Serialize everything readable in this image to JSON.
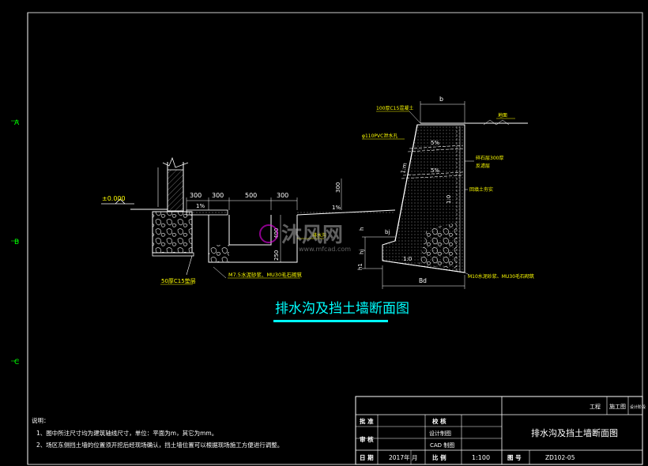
{
  "frame": {
    "row_labels": [
      "A",
      "B",
      "C"
    ]
  },
  "title": {
    "main": "排水沟及挡土墙断面图"
  },
  "elevation": {
    "label": "±0.000"
  },
  "dims": {
    "d300a": "300",
    "d300b": "300",
    "d500": "500",
    "d300c": "300",
    "d300v": "300",
    "d250": "250",
    "d400": "400",
    "b": "b",
    "bd": "Bd",
    "bj": "bj",
    "hj": "hj",
    "h": "h",
    "h1": "h1"
  },
  "slopes": {
    "s1pct_left": "1%",
    "s1pct_right": "1%",
    "s5pct_a": "5%",
    "s5pct_b": "5%",
    "ratio1": "1:0",
    "ratio2": "1:0",
    "ratio_m": "1:m"
  },
  "callouts": {
    "c15_top": "100厚C15混凝土",
    "pvc": "φ110PVC泄水孔",
    "gravel": "碎石层300厚",
    "filter": "反滤层",
    "backfill": "回填土夯实",
    "ground": "地面",
    "c15_base": "50厚C15垫层",
    "mortar_left": "M7.5水泥砂浆、MU30毛石砌筑",
    "mortar_right": "M10水泥砂浆、MU30毛石砌筑",
    "ditch_mark": "排水沟"
  },
  "notes": {
    "heading": "说明：",
    "line1": "1、图中所注尺寸均为建筑轴线尺寸，单位：平面为m，其它为mm。",
    "line2": "2、场区东侧挡土墙的位置须开挖后经现场确认，挡土墙位置可以根据现场施工方便进行调整。"
  },
  "titleblock": {
    "project_label": "工程",
    "stage_label": "施工图",
    "design_stage": "设计阶段",
    "approve": "批 准",
    "review": "审 核",
    "check": "校 核",
    "design_draw": "设计制图",
    "cad": "CAD 制图",
    "date_label": "日 期",
    "date_value": "2017年 月",
    "scale_label": "比 例",
    "scale_value": "1:100",
    "drawing_title": "排水沟及挡土墙断面图",
    "drawing_no_label": "图 号",
    "drawing_no": "ZD102-05"
  },
  "watermark": {
    "brand": "沐风网",
    "url": "www.mfcad.com"
  },
  "colors": {
    "line_white": "#ffffff",
    "cyan": "#00ffff",
    "yellow": "#ffff00",
    "green": "#00ff00",
    "magenta": "#ff00ff"
  }
}
